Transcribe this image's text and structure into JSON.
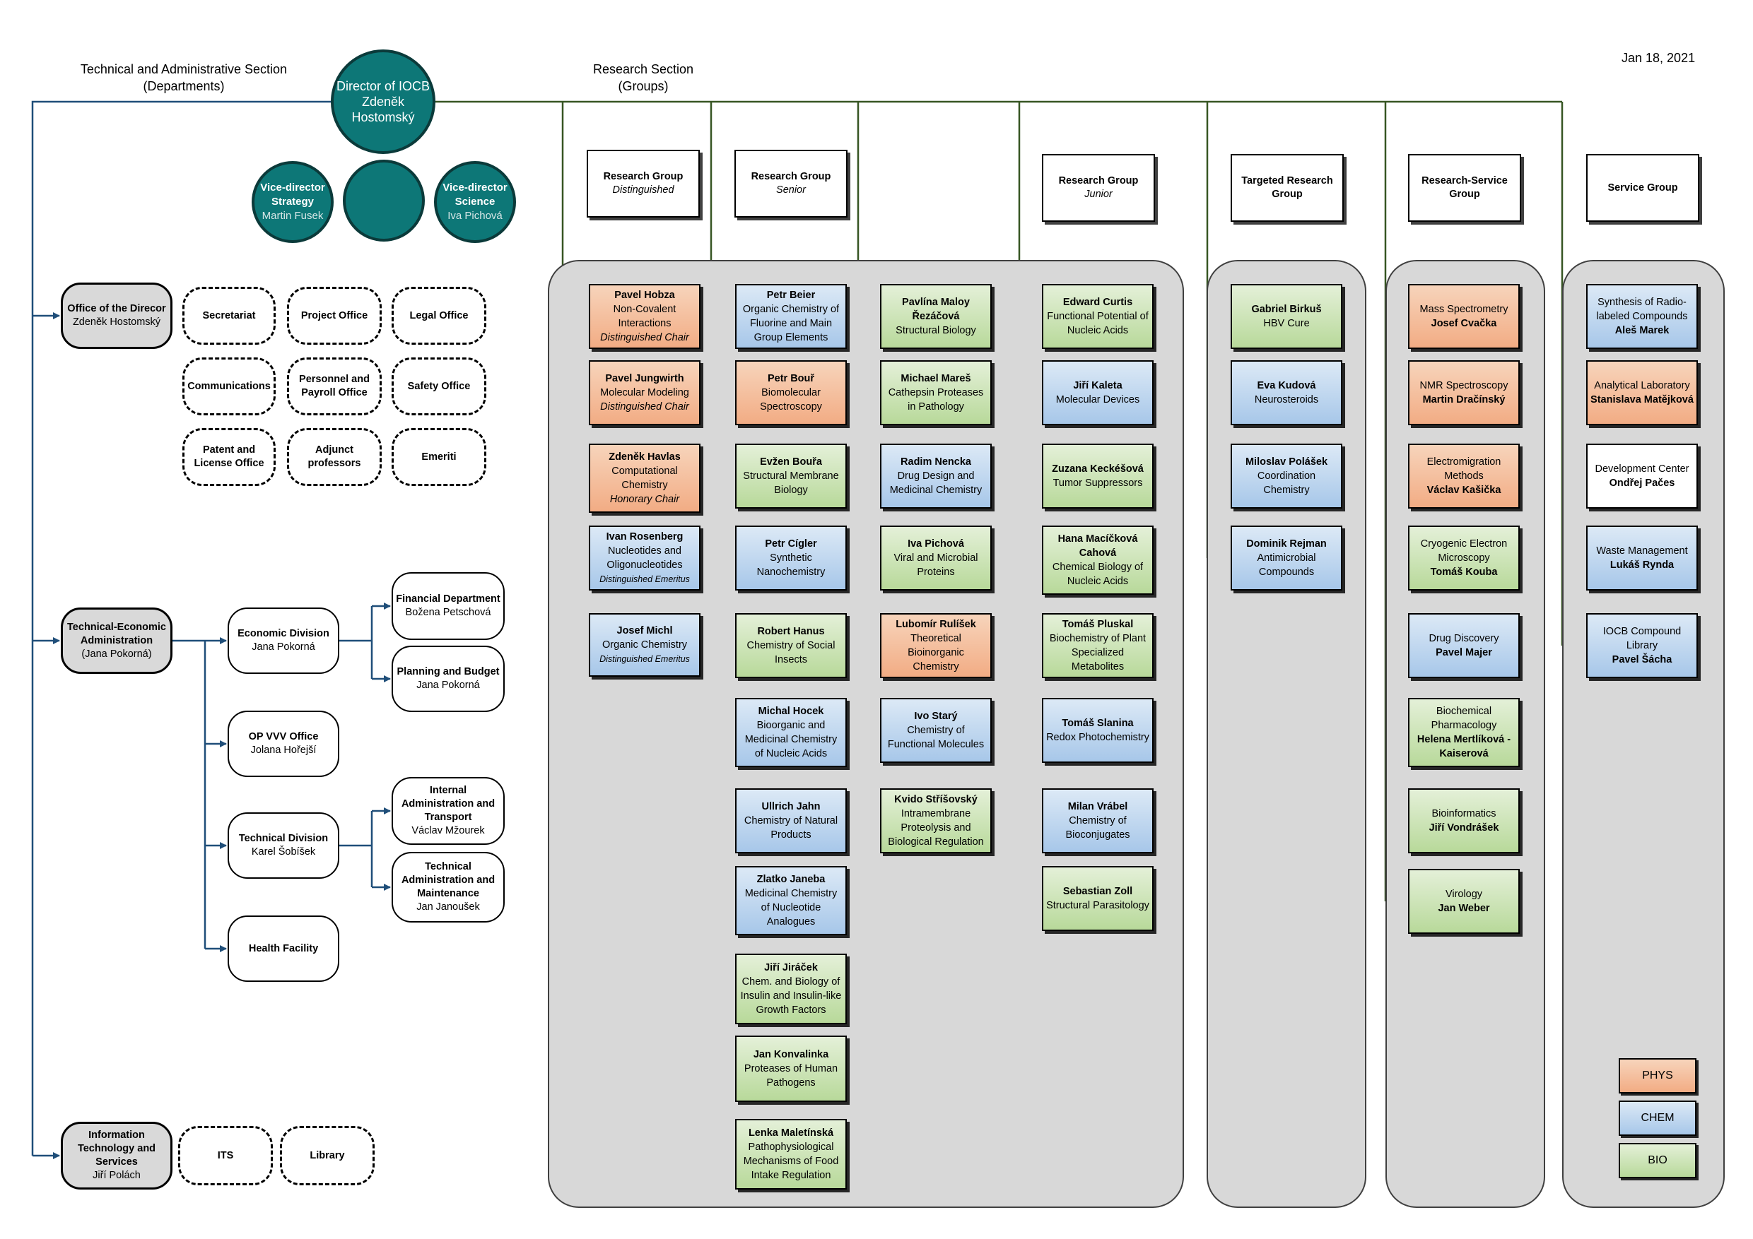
{
  "date": "Jan 18, 2021",
  "headings": {
    "admin": [
      "Technical and Administrative Section",
      "(Departments)"
    ],
    "research": [
      "Research Section",
      "(Groups)"
    ]
  },
  "director": {
    "title": "Director of IOCB",
    "name": [
      "Zdeněk",
      "Hostomský"
    ]
  },
  "vice_left": {
    "title": [
      "Vice-director",
      "Strategy"
    ],
    "name": "Martin Fusek"
  },
  "vice_right": {
    "title": [
      "Vice-director",
      "Science"
    ],
    "name": "Iva Pichová"
  },
  "admin_units": {
    "office": {
      "title": "Office of the Direcor",
      "name": "Zdeněk Hostomský"
    },
    "office_subunits": [
      "Secretariat",
      "Project Office",
      "Legal Office",
      "Communications",
      "Personnel and Payroll Office",
      "Safety Office",
      "Patent and License Office",
      "Adjunct professors",
      "Emeriti"
    ],
    "tea": {
      "title": "Technical-Economic Administration",
      "name": "(Jana Pokorná)"
    },
    "economic": {
      "title": "Economic Division",
      "name": "Jana Pokorná"
    },
    "financial": {
      "title": "Financial Department",
      "name": "Božena Petschová"
    },
    "planning": {
      "title": "Planning and Budget",
      "name": "Jana Pokorná"
    },
    "opvvv": {
      "title": "OP VVV Office",
      "name": "Jolana Hořejší"
    },
    "technical": {
      "title": "Technical Division",
      "name": "Karel Šobíšek"
    },
    "internal": {
      "title": "Internal Administration and Transport",
      "name": "Václav Mžourek"
    },
    "techadmin": {
      "title": "Technical Administration and Maintenance",
      "name": "Jan Janoušek"
    },
    "health": {
      "title": "Health Facility"
    },
    "its_unit": {
      "title": "Information Technology and Services",
      "name": "Jiří Polách"
    },
    "its_subunits": [
      "ITS",
      "Library"
    ]
  },
  "group_headers": [
    {
      "title": "Research Group",
      "sub": "Distinguished"
    },
    {
      "title": "Research Group",
      "sub": "Senior"
    },
    {
      "title": "Research Group",
      "sub": "Junior"
    },
    {
      "title": "Targeted Research Group",
      "sub": ""
    },
    {
      "title": "Research-Service Group",
      "sub": ""
    },
    {
      "title": "Service Group",
      "sub": ""
    }
  ],
  "groups": {
    "distinguished": [
      {
        "name": "Pavel Hobza",
        "topic": "Non-Covalent Interactions",
        "note": "Distinguished Chair",
        "cat": "PHYS"
      },
      {
        "name": "Pavel Jungwirth",
        "topic": "Molecular Modeling",
        "note": "Distinguished Chair",
        "cat": "PHYS"
      },
      {
        "name": "Zdeněk Havlas",
        "topic": "Computational Chemistry",
        "note": "Honorary Chair",
        "cat": "PHYS"
      },
      {
        "name": "Ivan Rosenberg",
        "topic": "Nucleotides and Oligonucleotides",
        "note": "Distinguished Emeritus",
        "cat": "CHEM"
      },
      {
        "name": "Josef Michl",
        "topic": "Organic Chemistry",
        "note": "Distinguished Emeritus",
        "cat": "CHEM"
      }
    ],
    "senior_a": [
      {
        "name": "Petr Beier",
        "topic": "Organic Chemistry of Fluorine and Main Group Elements",
        "cat": "CHEM"
      },
      {
        "name": "Petr Bouř",
        "topic": "Biomolecular Spectroscopy",
        "cat": "PHYS"
      },
      {
        "name": "Evžen Bouřa",
        "topic": "Structural Membrane Biology",
        "cat": "BIO"
      },
      {
        "name": "Petr Cígler",
        "topic": "Synthetic Nanochemistry",
        "cat": "CHEM"
      },
      {
        "name": "Robert Hanus",
        "topic": "Chemistry of Social Insects",
        "cat": "BIO"
      },
      {
        "name": "Michal Hocek",
        "topic": "Bioorganic and Medicinal Chemistry of Nucleic Acids",
        "cat": "CHEM"
      },
      {
        "name": "Ullrich Jahn",
        "topic": "Chemistry of Natural Products",
        "cat": "CHEM"
      },
      {
        "name": "Zlatko Janeba",
        "topic": "Medicinal Chemistry of Nucleotide Analogues",
        "cat": "CHEM"
      },
      {
        "name": "Jiří Jiráček",
        "topic": "Chem. and Biology of Insulin and Insulin-like Growth Factors",
        "cat": "BIO"
      },
      {
        "name": "Jan Konvalinka",
        "topic": "Proteases of Human Pathogens",
        "cat": "BIO"
      },
      {
        "name": "Lenka Maletínská",
        "topic": "Pathophysiological Mechanisms of Food Intake Regulation",
        "cat": "BIO"
      }
    ],
    "senior_b": [
      {
        "name": "Pavlína Maloy Řezáčová",
        "topic": "Structural Biology",
        "cat": "BIO"
      },
      {
        "name": "Michael Mareš",
        "topic": "Cathepsin Proteases in Pathology",
        "cat": "BIO"
      },
      {
        "name": "Radim Nencka",
        "topic": "Drug Design and Medicinal Chemistry",
        "cat": "CHEM"
      },
      {
        "name": "Iva Pichová",
        "topic": "Viral and Microbial Proteins",
        "cat": "BIO"
      },
      {
        "name": "Lubomír Rulíšek",
        "topic": "Theoretical Bioinorganic Chemistry",
        "cat": "PHYS"
      },
      {
        "name": "Ivo Starý",
        "topic": "Chemistry of Functional Molecules",
        "cat": "CHEM"
      },
      {
        "name": "Kvido Stříšovský",
        "topic": "Intramembrane Proteolysis and Biological Regulation",
        "cat": "BIO"
      }
    ],
    "junior": [
      {
        "name": "Edward Curtis",
        "topic": "Functional Potential of Nucleic Acids",
        "cat": "BIO"
      },
      {
        "name": "Jiří Kaleta",
        "topic": "Molecular Devices",
        "cat": "CHEM"
      },
      {
        "name": "Zuzana Keckéšová",
        "topic": "Tumor Suppressors",
        "cat": "BIO"
      },
      {
        "name": "Hana Macíčková Cahová",
        "topic": "Chemical Biology of Nucleic Acids",
        "cat": "BIO"
      },
      {
        "name": "Tomáš Pluskal",
        "topic": "Biochemistry of Plant Specialized Metabolites",
        "cat": "BIO"
      },
      {
        "name": "Tomáš Slanina",
        "topic": "Redox Photochemistry",
        "cat": "CHEM"
      },
      {
        "name": "Milan Vrábel",
        "topic": "Chemistry of Bioconjugates",
        "cat": "CHEM"
      },
      {
        "name": "Sebastian Zoll",
        "topic": "Structural Parasitology",
        "cat": "BIO"
      }
    ],
    "targeted": [
      {
        "name": "Gabriel Birkuš",
        "topic": "HBV Cure",
        "cat": "BIO"
      },
      {
        "name": "Eva Kudová",
        "topic": "Neurosteroids",
        "cat": "CHEM"
      },
      {
        "name": "Miloslav Polášek",
        "topic": "Coordination Chemistry",
        "cat": "CHEM"
      },
      {
        "name": "Dominik Rejman",
        "topic": "Antimicrobial Compounds",
        "cat": "CHEM"
      }
    ],
    "research_service": [
      {
        "topic": "Mass Spectrometry",
        "name": "Josef Cvačka",
        "cat": "PHYS"
      },
      {
        "topic": "NMR Spectroscopy",
        "name": "Martin Dračínský",
        "cat": "PHYS"
      },
      {
        "topic": "Electromigration Methods",
        "name": "Václav Kašička",
        "cat": "PHYS"
      },
      {
        "topic": "Cryogenic Electron Microscopy",
        "name": "Tomáš Kouba",
        "cat": "BIO"
      },
      {
        "topic": "Drug Discovery",
        "name": "Pavel Majer",
        "cat": "CHEM"
      },
      {
        "topic": "Biochemical Pharmacology",
        "name": "Helena Mertlíková - Kaiserová",
        "cat": "BIO"
      },
      {
        "topic": "Bioinformatics",
        "name": "Jiří Vondrášek",
        "cat": "BIO"
      },
      {
        "topic": "Virology",
        "name": "Jan Weber",
        "cat": "BIO"
      }
    ],
    "service": [
      {
        "topic": "Synthesis of Radio-labeled Compounds",
        "name": "Aleš Marek",
        "cat": "CHEM"
      },
      {
        "topic": "Analytical Laboratory",
        "name": "Stanislava Matějková",
        "cat": "PHYS"
      },
      {
        "topic": "Development Center",
        "name": "Ondřej Pačes",
        "cat": "WHITE"
      },
      {
        "topic": "Waste Management",
        "name": "Lukáš Rynda",
        "cat": "CHEM"
      },
      {
        "topic": "IOCB Compound Library",
        "name": "Pavel Šácha",
        "cat": "CHEM"
      }
    ]
  },
  "legend": [
    "PHYS",
    "CHEM",
    "BIO"
  ],
  "colors": {
    "PHYS": "#f4b990",
    "CHEM": "#b7d2ee",
    "BIO": "#c9e3b0",
    "director_fill": "#0d7777",
    "admin_line": "#1f4e79",
    "research_line": "#375623",
    "panel_fill": "#d8d8d8"
  }
}
